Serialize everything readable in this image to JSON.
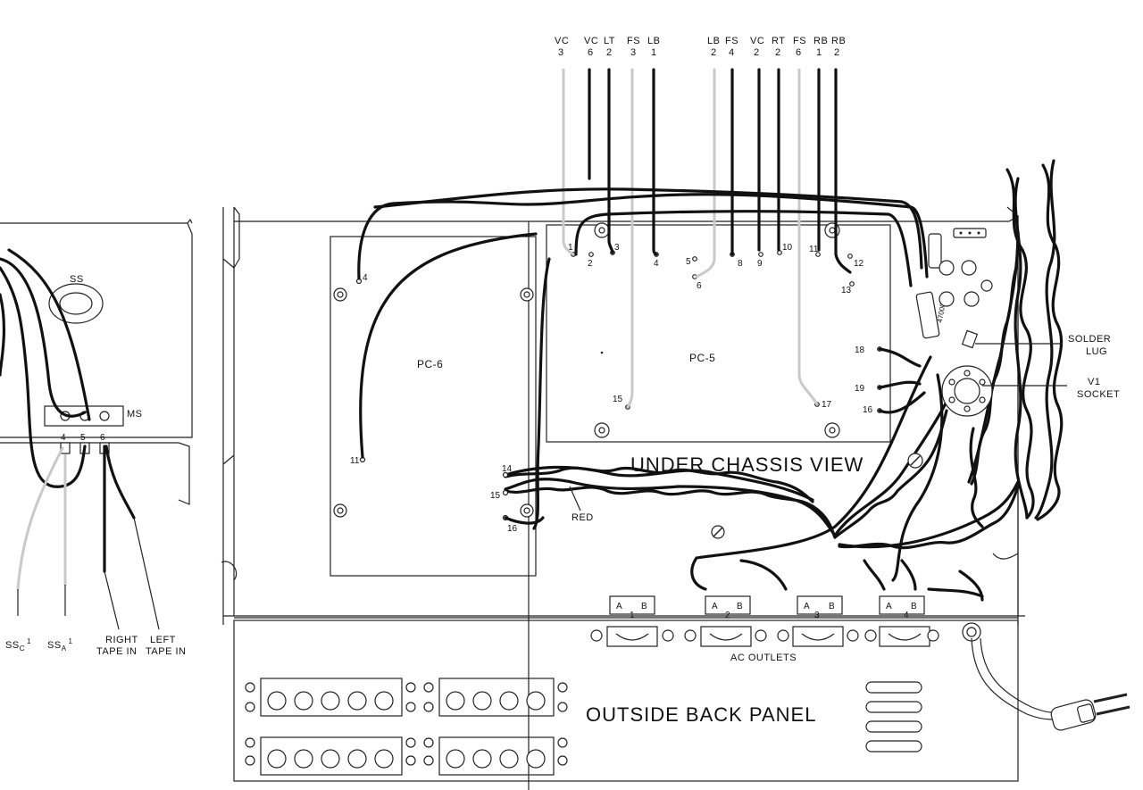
{
  "colors": {
    "ink": "#111111",
    "light_wire": "#c9c9c9",
    "paper": "#ffffff"
  },
  "top_labels": [
    {
      "top": "VC",
      "bottom": "3"
    },
    {
      "top": "VC",
      "bottom": "6"
    },
    {
      "top": "LT",
      "bottom": "2"
    },
    {
      "top": "FS",
      "bottom": "3"
    },
    {
      "top": "LB",
      "bottom": "1"
    },
    {
      "top": "LB",
      "bottom": "2"
    },
    {
      "top": "FS",
      "bottom": "4"
    },
    {
      "top": "VC",
      "bottom": "2"
    },
    {
      "top": "RT",
      "bottom": "2"
    },
    {
      "top": "FS",
      "bottom": "6"
    },
    {
      "top": "RB",
      "bottom": "1"
    },
    {
      "top": "RB",
      "bottom": "2"
    }
  ],
  "pc5": {
    "label": "PC-5",
    "terminals": [
      "1",
      "2",
      "3",
      "4",
      "5",
      "6",
      "8",
      "9",
      "10",
      "11",
      "12",
      "13",
      "15",
      "16",
      "17",
      "18",
      "19"
    ]
  },
  "pc6": {
    "label": "PC-6",
    "terminals": [
      "4",
      "11"
    ]
  },
  "side_terminals": [
    "14",
    "15",
    "16"
  ],
  "wire_labels": {
    "red": "RED"
  },
  "left_panel": {
    "ss_label": "SS",
    "ms_label": "MS",
    "ms_pins": [
      "4",
      "5",
      "6"
    ],
    "ss_c": "SS",
    "ss_c_sub": "C",
    "ss_c_sup": "1",
    "ss_a": "SS",
    "ss_a_sub": "A",
    "ss_a_sup": "1",
    "right_tape": [
      "RIGHT",
      "TAPE IN"
    ],
    "left_tape": [
      "LEFT",
      "TAPE IN"
    ]
  },
  "right_callouts": {
    "solder": [
      "SOLDER",
      "LUG"
    ],
    "v1": [
      "V1",
      "SOCKET"
    ],
    "resistor": "47000"
  },
  "titles": {
    "under_chassis": "UNDER CHASSIS VIEW",
    "back_panel": "OUTSIDE BACK PANEL"
  },
  "ac_outlets": {
    "label": "AC OUTLETS",
    "numbers": [
      "1",
      "2",
      "3",
      "4"
    ],
    "sides": [
      "A",
      "B"
    ]
  }
}
